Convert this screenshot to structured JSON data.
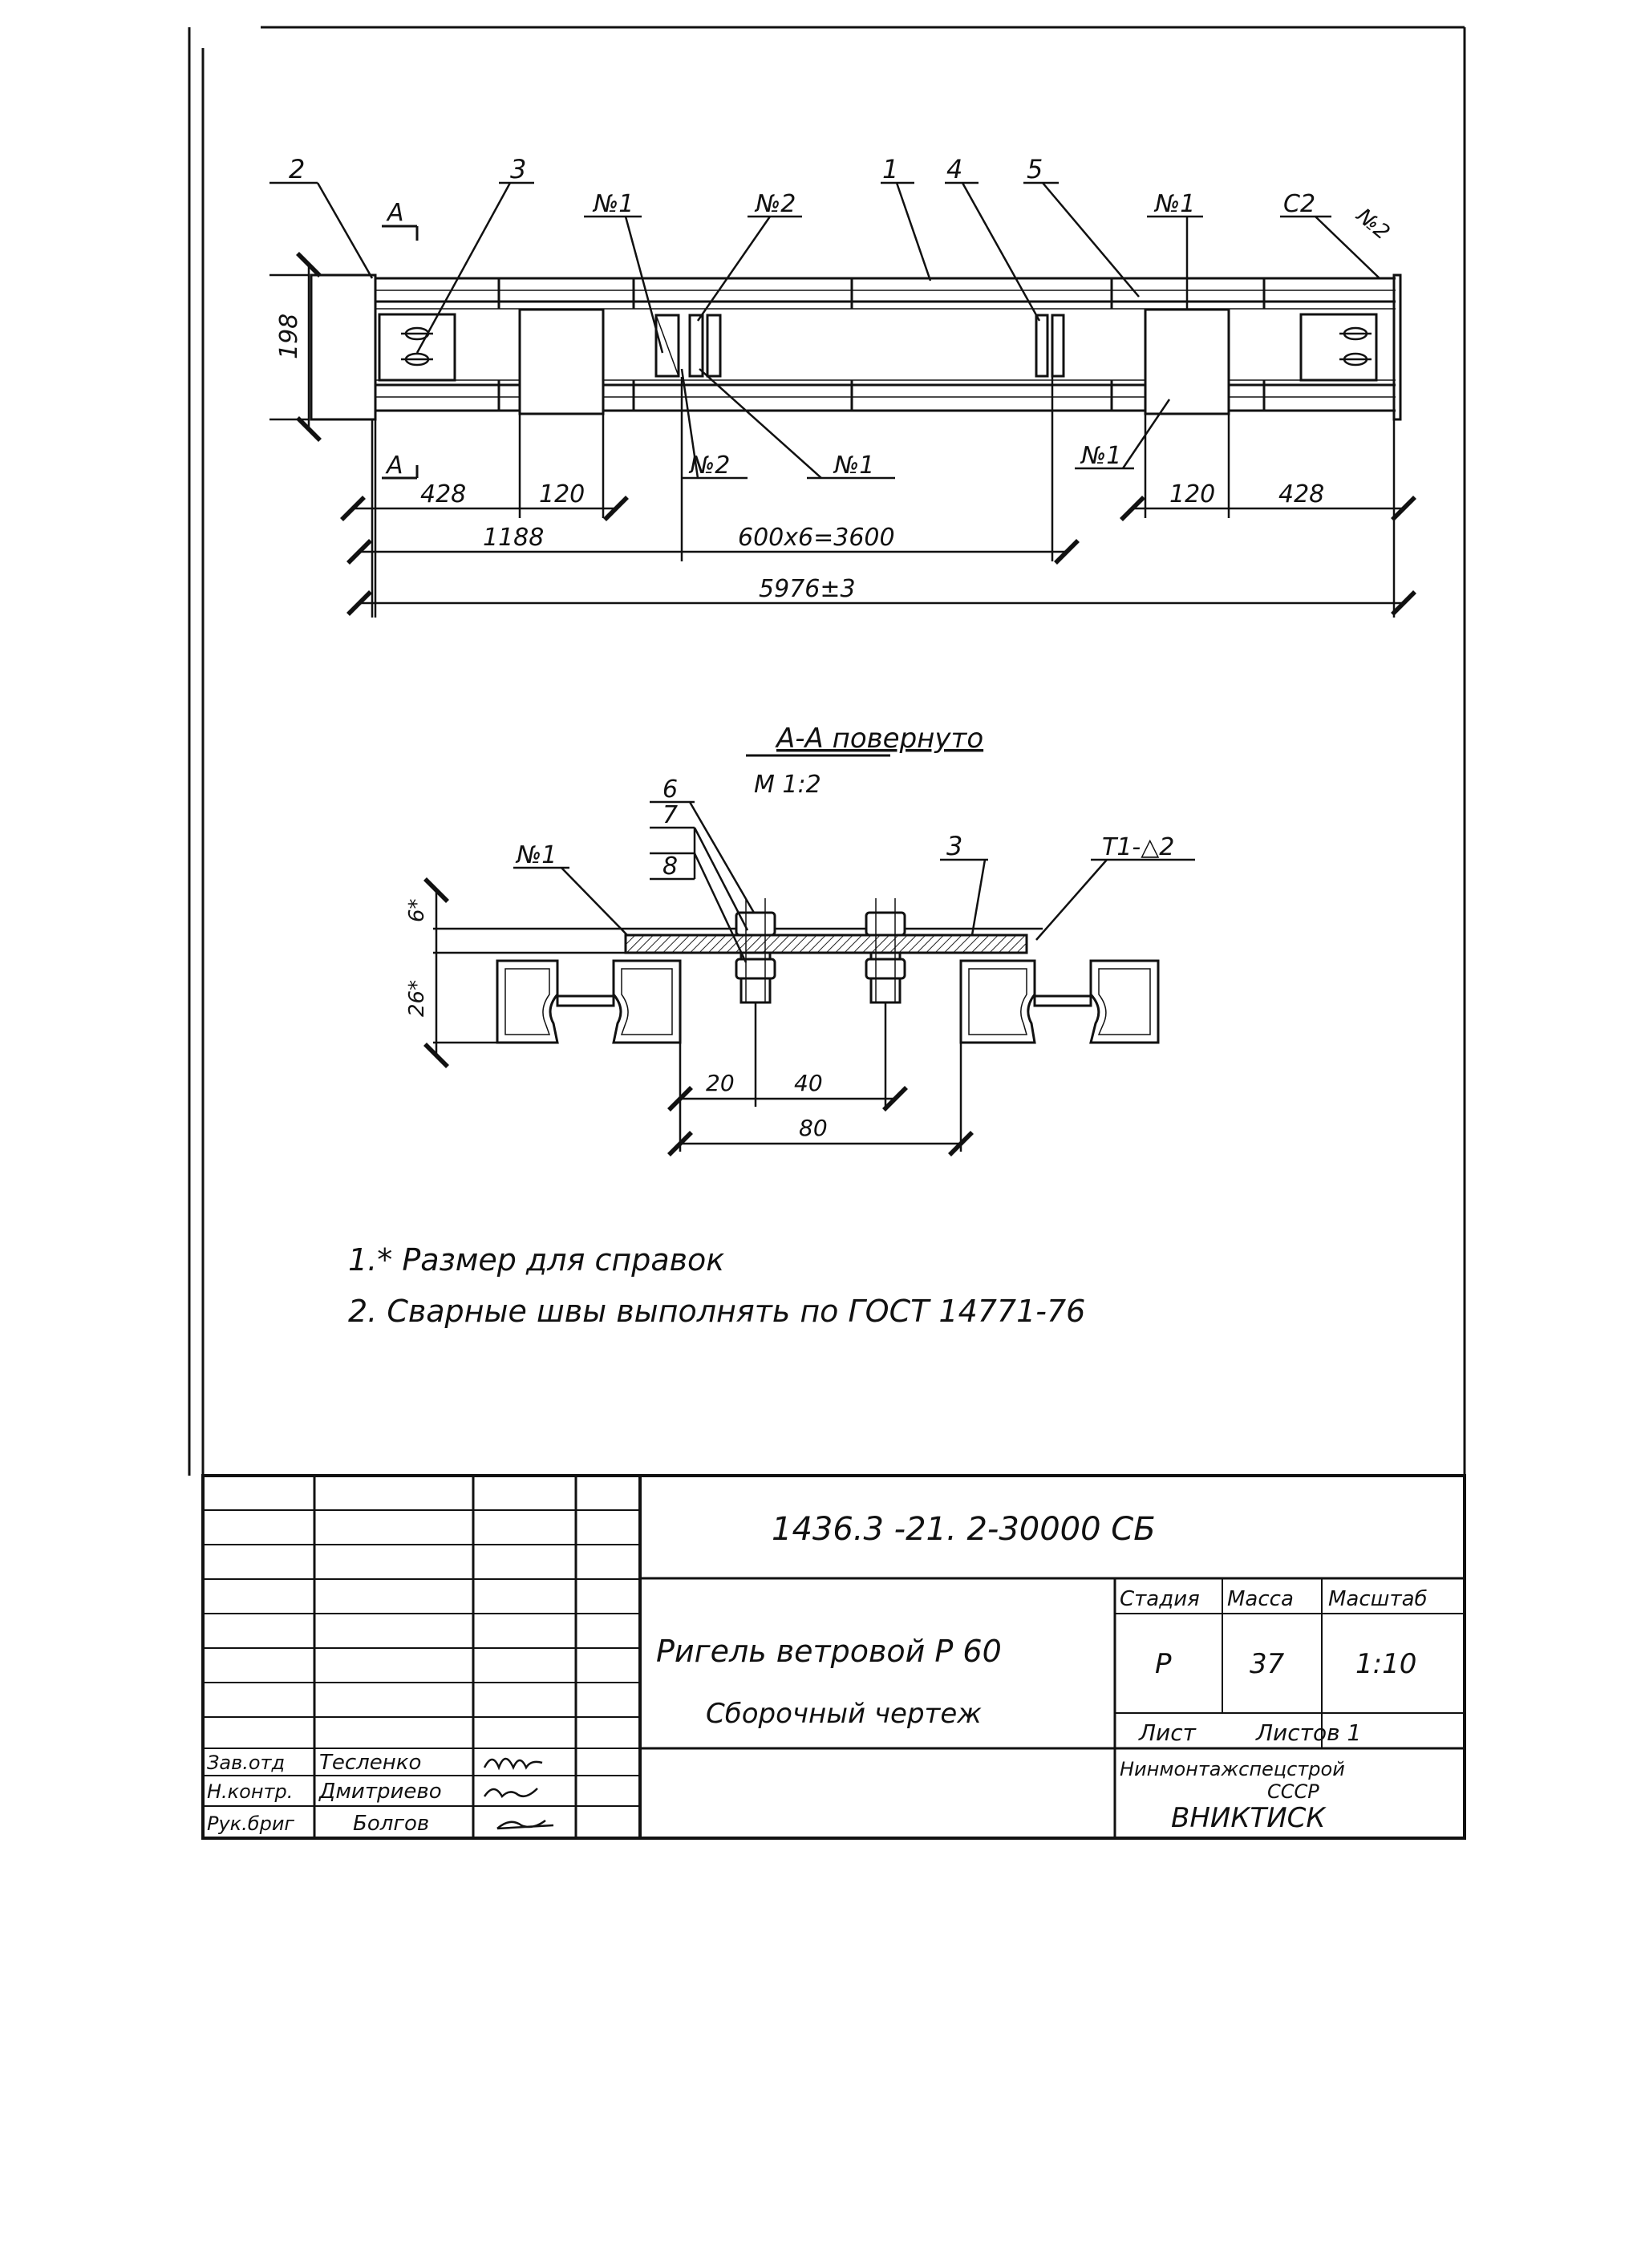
{
  "plan_view": {
    "callouts": [
      "2",
      "3",
      "№1",
      "№2",
      "1",
      "4",
      "5",
      "№1",
      "С2",
      "№2"
    ],
    "section_mark": "А",
    "lower_callouts": [
      "№2",
      "№1",
      "№1"
    ],
    "height_dim": "198",
    "dims": {
      "left_end": "428",
      "left_plate": "120",
      "left_span": "1188",
      "pitch": "600x6=3600",
      "overall": "5976±3",
      "right_plate": "120",
      "right_end": "428"
    }
  },
  "section_view": {
    "title": "А-А  повернуто",
    "scale": "М 1:2",
    "callouts": [
      "6",
      "7",
      "8",
      "№1",
      "3",
      "Т1-△2"
    ],
    "dims": {
      "plate_thk": "6*",
      "profile_h": "26*",
      "hole_edge": "20",
      "hole_pitch": "40",
      "plate_w": "80"
    }
  },
  "notes": [
    "1.* Размер для справок",
    "2. Сварные швы выполнять по ГОСТ 14771-76"
  ],
  "title_block": {
    "doc_number": "1436.3 -21. 2-30000 СБ",
    "name_line1": "Ригель ветровой Р 60",
    "name_line2": "Сборочный чертеж",
    "stage_header": "Стадия",
    "mass_header": "Масса",
    "scale_header": "Масштаб",
    "stage": "Р",
    "mass": "37",
    "scale": "1:10",
    "sheet_label": "Лист",
    "sheets_label": "Листов 1",
    "org_line1": "Нинмонтажспецстрой",
    "org_line2": "СССР",
    "org_line3": "ВНИКТИСК",
    "signatures": [
      {
        "role": "Зав.отд",
        "name": "Тесленко"
      },
      {
        "role": "Н.контр.",
        "name": "Дмитриево"
      },
      {
        "role": "Рук.бриг",
        "name": "Болгов"
      }
    ]
  },
  "colors": {
    "ink": "#111111",
    "paper": "#ffffff",
    "hatch": "#222222"
  }
}
